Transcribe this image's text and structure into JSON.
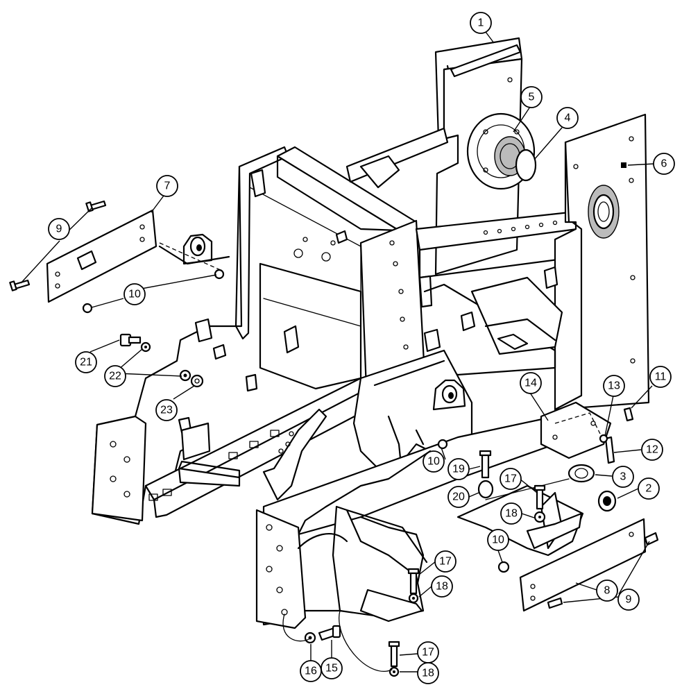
{
  "callouts": [
    {
      "id": "c1",
      "label": "1"
    },
    {
      "id": "c2",
      "label": "2"
    },
    {
      "id": "c3",
      "label": "3"
    },
    {
      "id": "c4",
      "label": "4"
    },
    {
      "id": "c5",
      "label": "5"
    },
    {
      "id": "c6",
      "label": "6"
    },
    {
      "id": "c7",
      "label": "7"
    },
    {
      "id": "c8",
      "label": "8"
    },
    {
      "id": "c9a",
      "label": "9"
    },
    {
      "id": "c9b",
      "label": "9"
    },
    {
      "id": "c10a",
      "label": "10"
    },
    {
      "id": "c10b",
      "label": "10"
    },
    {
      "id": "c10c",
      "label": "10"
    },
    {
      "id": "c11",
      "label": "11"
    },
    {
      "id": "c12",
      "label": "12"
    },
    {
      "id": "c13",
      "label": "13"
    },
    {
      "id": "c14",
      "label": "14"
    },
    {
      "id": "c15",
      "label": "15"
    },
    {
      "id": "c16",
      "label": "16"
    },
    {
      "id": "c17a",
      "label": "17"
    },
    {
      "id": "c17b",
      "label": "17"
    },
    {
      "id": "c17c",
      "label": "17"
    },
    {
      "id": "c18a",
      "label": "18"
    },
    {
      "id": "c18b",
      "label": "18"
    },
    {
      "id": "c18c",
      "label": "18"
    },
    {
      "id": "c19",
      "label": "19"
    },
    {
      "id": "c20",
      "label": "20"
    },
    {
      "id": "c21",
      "label": "21"
    },
    {
      "id": "c22",
      "label": "22"
    },
    {
      "id": "c23",
      "label": "23"
    }
  ]
}
